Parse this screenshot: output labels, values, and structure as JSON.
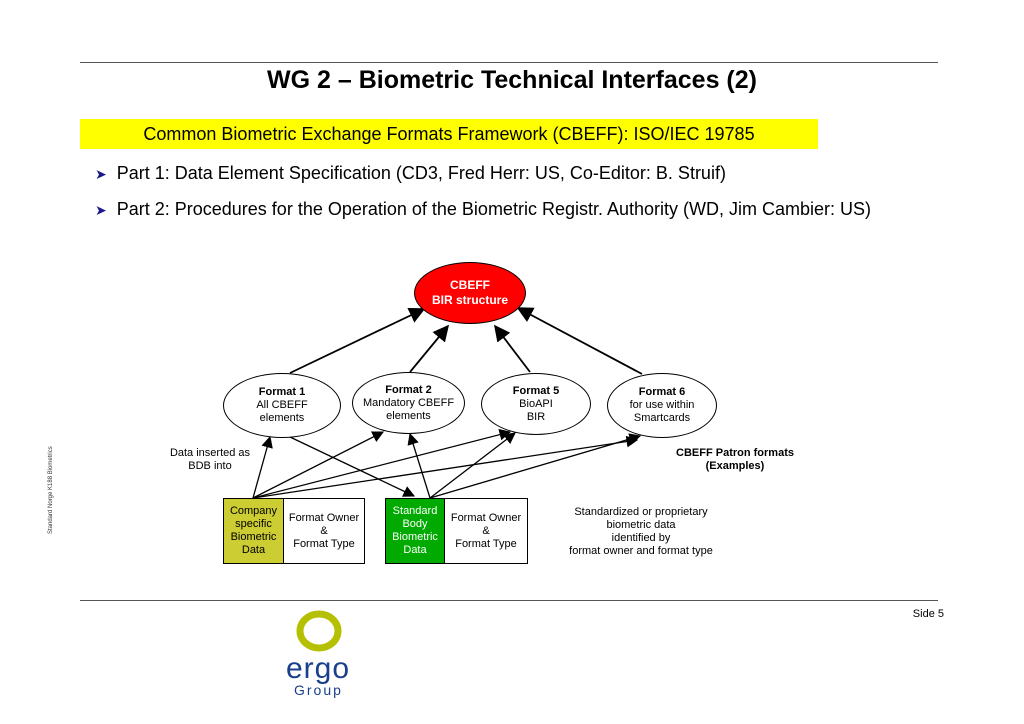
{
  "slide": {
    "title": "WG 2 – Biometric Technical Interfaces (2)",
    "highlight": "Common Biometric Exchange Formats Framework (CBEFF): ISO/IEC 19785",
    "bullets": [
      "Part 1: Data Element Specification (CD3, Fred Herr: US, Co-Editor: B. Struif)",
      "Part 2: Procedures for the Operation of the Biometric Registr. Authority (WD, Jim Cambier: US)"
    ],
    "side_label": "Standard Norge K188 Biometrics",
    "page_number": "Side 5"
  },
  "diagram": {
    "root": {
      "line1": "CBEFF",
      "line2": "BIR structure",
      "fill": "#ff0000"
    },
    "formats": [
      {
        "title": "Format 1",
        "line1": "All CBEFF",
        "line2": "elements"
      },
      {
        "title": "Format 2",
        "line1": "Mandatory CBEFF",
        "line2": "elements"
      },
      {
        "title": "Format 5",
        "line1": "BioAPI",
        "line2": "BIR"
      },
      {
        "title": "Format 6",
        "line1": "for use within",
        "line2": "Smartcards"
      }
    ],
    "data_inserted_label": {
      "line1": "Data inserted as",
      "line2": "BDB into"
    },
    "patron_label": {
      "line1": "CBEFF Patron formats",
      "line2": "(Examples)"
    },
    "company_box": {
      "lines": [
        "Company",
        "specific",
        "Biometric",
        "Data"
      ],
      "fill": "#cccc33"
    },
    "company_owner_box": {
      "lines": [
        "Format Owner",
        "&",
        "Format Type"
      ]
    },
    "standard_box": {
      "lines": [
        "Standard",
        "Body",
        "Biometric",
        "Data"
      ],
      "fill": "#00aa00"
    },
    "standard_owner_box": {
      "lines": [
        "Format Owner",
        "&",
        "Format Type"
      ]
    },
    "note": {
      "lines": [
        "Standardized or proprietary",
        "biometric data",
        "identified by",
        "format owner and format type"
      ]
    }
  },
  "logo": {
    "name": "ergo",
    "group": "Group",
    "ring_color": "#b5c000",
    "text_color": "#1a3f8c"
  }
}
